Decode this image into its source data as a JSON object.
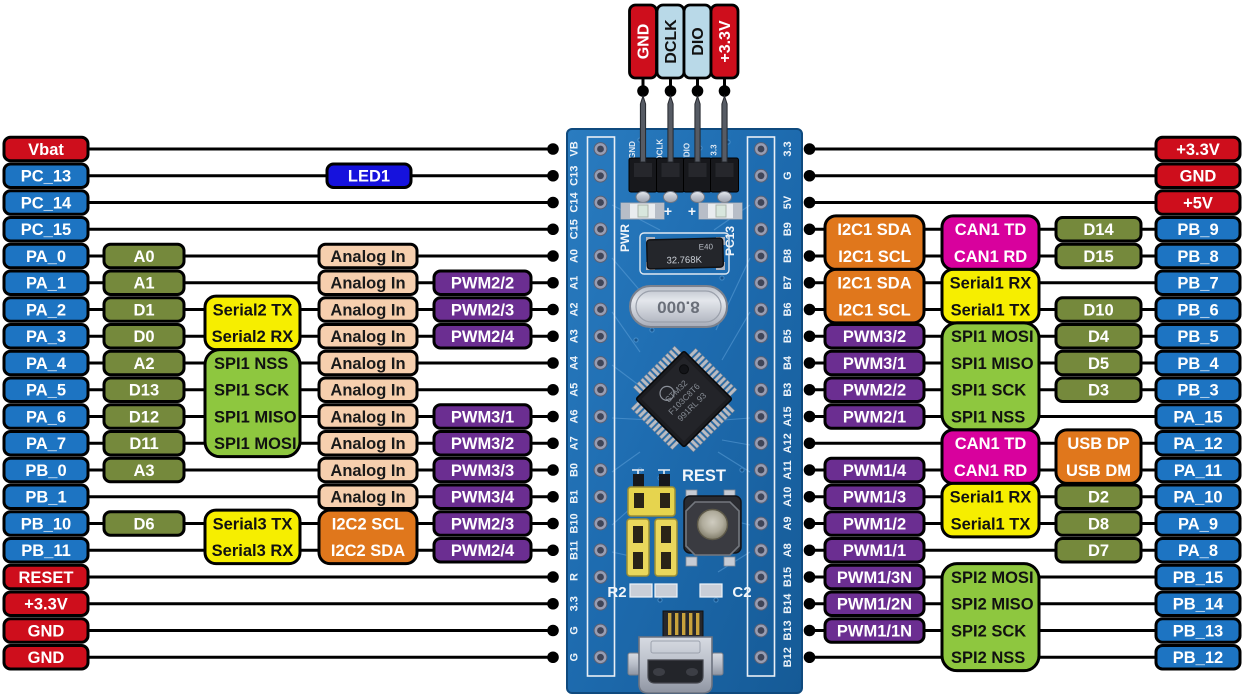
{
  "colors": {
    "power_red": "#ce0e1c",
    "gpio_blue": "#1d74c2",
    "digital_green": "#75893c",
    "spi_green": "#8ec73f",
    "serial_yellow": "#f6ee00",
    "analog_peach": "#f6cfae",
    "pwm_purple": "#6b2e91",
    "i2c_orange": "#e0771c",
    "can_magenta": "#d8019d",
    "swd_lightblue": "#b9d9e8",
    "led_blue": "#1612dd",
    "line_black": "#000000",
    "board_blue": "#1e6cb0"
  },
  "top_pins": [
    {
      "label": "GND",
      "type": "power"
    },
    {
      "label": "DCLK",
      "type": "swd"
    },
    {
      "label": "DIO",
      "type": "swd"
    },
    {
      "label": "+3.3V",
      "type": "power"
    }
  ],
  "left_pins": [
    {
      "label": "Vbat",
      "type": "power"
    },
    {
      "label": "PC_13",
      "type": "gpio"
    },
    {
      "label": "PC_14",
      "type": "gpio"
    },
    {
      "label": "PC_15",
      "type": "gpio"
    },
    {
      "label": "PA_0",
      "type": "gpio"
    },
    {
      "label": "PA_1",
      "type": "gpio"
    },
    {
      "label": "PA_2",
      "type": "gpio"
    },
    {
      "label": "PA_3",
      "type": "gpio"
    },
    {
      "label": "PA_4",
      "type": "gpio"
    },
    {
      "label": "PA_5",
      "type": "gpio"
    },
    {
      "label": "PA_6",
      "type": "gpio"
    },
    {
      "label": "PA_7",
      "type": "gpio"
    },
    {
      "label": "PB_0",
      "type": "gpio"
    },
    {
      "label": "PB_1",
      "type": "gpio"
    },
    {
      "label": "PB_10",
      "type": "gpio"
    },
    {
      "label": "PB_11",
      "type": "gpio"
    },
    {
      "label": "RESET",
      "type": "power"
    },
    {
      "label": "+3.3V",
      "type": "power"
    },
    {
      "label": "GND",
      "type": "power"
    },
    {
      "label": "GND",
      "type": "power"
    }
  ],
  "right_pins": [
    {
      "label": "+3.3V",
      "type": "power"
    },
    {
      "label": "GND",
      "type": "power"
    },
    {
      "label": "+5V",
      "type": "power"
    },
    {
      "label": "PB_9",
      "type": "gpio"
    },
    {
      "label": "PB_8",
      "type": "gpio"
    },
    {
      "label": "PB_7",
      "type": "gpio"
    },
    {
      "label": "PB_6",
      "type": "gpio"
    },
    {
      "label": "PB_5",
      "type": "gpio"
    },
    {
      "label": "PB_4",
      "type": "gpio"
    },
    {
      "label": "PB_3",
      "type": "gpio"
    },
    {
      "label": "PA_15",
      "type": "gpio"
    },
    {
      "label": "PA_12",
      "type": "gpio"
    },
    {
      "label": "PA_11",
      "type": "gpio"
    },
    {
      "label": "PA_10",
      "type": "gpio"
    },
    {
      "label": "PA_9",
      "type": "gpio"
    },
    {
      "label": "PA_8",
      "type": "gpio"
    },
    {
      "label": "PB_15",
      "type": "gpio"
    },
    {
      "label": "PB_14",
      "type": "gpio"
    },
    {
      "label": "PB_13",
      "type": "gpio"
    },
    {
      "label": "PB_12",
      "type": "gpio"
    }
  ],
  "left_cells": [
    {
      "col": "digital",
      "row": 4,
      "label": "A0",
      "type": "digital"
    },
    {
      "col": "digital",
      "row": 5,
      "label": "A1",
      "type": "digital"
    },
    {
      "col": "digital",
      "row": 6,
      "label": "D1",
      "type": "digital"
    },
    {
      "col": "digital",
      "row": 7,
      "label": "D0",
      "type": "digital"
    },
    {
      "col": "digital",
      "row": 8,
      "label": "A2",
      "type": "digital"
    },
    {
      "col": "digital",
      "row": 9,
      "label": "D13",
      "type": "digital"
    },
    {
      "col": "digital",
      "row": 10,
      "label": "D12",
      "type": "digital"
    },
    {
      "col": "digital",
      "row": 11,
      "label": "D11",
      "type": "digital"
    },
    {
      "col": "digital",
      "row": 12,
      "label": "A3",
      "type": "digital"
    },
    {
      "col": "digital",
      "row": 14,
      "label": "D6",
      "type": "digital"
    },
    {
      "col": "led",
      "row": 1,
      "label": "LED1",
      "type": "led"
    },
    {
      "col": "analog",
      "row": 4,
      "label": "Analog In",
      "type": "analog"
    },
    {
      "col": "analog",
      "row": 5,
      "label": "Analog In",
      "type": "analog"
    },
    {
      "col": "analog",
      "row": 6,
      "label": "Analog In",
      "type": "analog"
    },
    {
      "col": "analog",
      "row": 7,
      "label": "Analog In",
      "type": "analog"
    },
    {
      "col": "analog",
      "row": 8,
      "label": "Analog In",
      "type": "analog"
    },
    {
      "col": "analog",
      "row": 9,
      "label": "Analog In",
      "type": "analog"
    },
    {
      "col": "analog",
      "row": 10,
      "label": "Analog In",
      "type": "analog"
    },
    {
      "col": "analog",
      "row": 11,
      "label": "Analog In",
      "type": "analog"
    },
    {
      "col": "analog",
      "row": 12,
      "label": "Analog In",
      "type": "analog"
    },
    {
      "col": "analog",
      "row": 13,
      "label": "Analog In",
      "type": "analog"
    },
    {
      "col": "pwm",
      "row": 5,
      "label": "PWM2/2",
      "type": "pwm"
    },
    {
      "col": "pwm",
      "row": 6,
      "label": "PWM2/3",
      "type": "pwm"
    },
    {
      "col": "pwm",
      "row": 7,
      "label": "PWM2/4",
      "type": "pwm"
    },
    {
      "col": "pwm",
      "row": 10,
      "label": "PWM3/1",
      "type": "pwm"
    },
    {
      "col": "pwm",
      "row": 11,
      "label": "PWM3/2",
      "type": "pwm"
    },
    {
      "col": "pwm",
      "row": 12,
      "label": "PWM3/3",
      "type": "pwm"
    },
    {
      "col": "pwm",
      "row": 13,
      "label": "PWM3/4",
      "type": "pwm"
    },
    {
      "col": "pwm",
      "row": 14,
      "label": "PWM2/3",
      "type": "pwm"
    },
    {
      "col": "pwm",
      "row": 15,
      "label": "PWM2/4",
      "type": "pwm"
    }
  ],
  "left_blocks": [
    {
      "col": "serial",
      "row": 6,
      "lines": [
        "Serial2 TX",
        "Serial2 RX"
      ],
      "type": "serial",
      "align": "center"
    },
    {
      "col": "serial",
      "row": 8,
      "lines": [
        "SPI1 NSS",
        "SPI1 SCK",
        "SPI1 MISO",
        "SPI1 MOSI"
      ],
      "type": "spi",
      "align": "left"
    },
    {
      "col": "serial",
      "row": 14,
      "lines": [
        "Serial3 TX",
        "Serial3 RX"
      ],
      "type": "serial",
      "align": "center"
    },
    {
      "col": "analog",
      "row": 14,
      "lines": [
        "I2C2 SCL",
        "I2C2 SDA"
      ],
      "type": "i2c",
      "align": "center"
    }
  ],
  "right_cells": [
    {
      "col": "d",
      "row": 3,
      "label": "D14",
      "type": "digital"
    },
    {
      "col": "d",
      "row": 4,
      "label": "D15",
      "type": "digital"
    },
    {
      "col": "d",
      "row": 6,
      "label": "D10",
      "type": "digital"
    },
    {
      "col": "d",
      "row": 7,
      "label": "D4",
      "type": "digital"
    },
    {
      "col": "d",
      "row": 8,
      "label": "D5",
      "type": "digital"
    },
    {
      "col": "d",
      "row": 9,
      "label": "D3",
      "type": "digital"
    },
    {
      "col": "d",
      "row": 13,
      "label": "D2",
      "type": "digital"
    },
    {
      "col": "d",
      "row": 14,
      "label": "D8",
      "type": "digital"
    },
    {
      "col": "d",
      "row": 15,
      "label": "D7",
      "type": "digital"
    },
    {
      "col": "pwm",
      "row": 7,
      "label": "PWM3/2",
      "type": "pwm"
    },
    {
      "col": "pwm",
      "row": 8,
      "label": "PWM3/1",
      "type": "pwm"
    },
    {
      "col": "pwm",
      "row": 9,
      "label": "PWM2/2",
      "type": "pwm"
    },
    {
      "col": "pwm",
      "row": 10,
      "label": "PWM2/1",
      "type": "pwm"
    },
    {
      "col": "pwm",
      "row": 12,
      "label": "PWM1/4",
      "type": "pwm"
    },
    {
      "col": "pwm",
      "row": 13,
      "label": "PWM1/3",
      "type": "pwm"
    },
    {
      "col": "pwm",
      "row": 14,
      "label": "PWM1/2",
      "type": "pwm"
    },
    {
      "col": "pwm",
      "row": 15,
      "label": "PWM1/1",
      "type": "pwm"
    },
    {
      "col": "pwm",
      "row": 16,
      "label": "PWM1/3N",
      "type": "pwm"
    },
    {
      "col": "pwm",
      "row": 17,
      "label": "PWM1/2N",
      "type": "pwm"
    },
    {
      "col": "pwm",
      "row": 18,
      "label": "PWM1/1N",
      "type": "pwm"
    }
  ],
  "right_blocks": [
    {
      "col": "pwm",
      "row": 3,
      "lines": [
        "I2C1 SDA",
        "I2C1 SCL"
      ],
      "type": "i2c",
      "align": "center"
    },
    {
      "col": "pwm",
      "row": 5,
      "lines": [
        "I2C1 SDA",
        "I2C1 SCL"
      ],
      "type": "i2c",
      "align": "center"
    },
    {
      "col": "mid",
      "row": 3,
      "lines": [
        "CAN1 TD",
        "CAN1 RD"
      ],
      "type": "can",
      "align": "center"
    },
    {
      "col": "mid",
      "row": 5,
      "lines": [
        "Serial1 RX",
        "Serial1 TX"
      ],
      "type": "serial",
      "align": "center"
    },
    {
      "col": "mid",
      "row": 7,
      "lines": [
        "SPI1 MOSI",
        "SPI1 MISO",
        "SPI1 SCK",
        "SPI1 NSS"
      ],
      "type": "spi",
      "align": "left"
    },
    {
      "col": "mid",
      "row": 11,
      "lines": [
        "CAN1 TD",
        "CAN1 RD"
      ],
      "type": "can",
      "align": "center"
    },
    {
      "col": "mid",
      "row": 13,
      "lines": [
        "Serial1 RX",
        "Serial1 TX"
      ],
      "type": "serial",
      "align": "center"
    },
    {
      "col": "mid",
      "row": 16,
      "lines": [
        "SPI2 MOSI",
        "SPI2 MISO",
        "SPI2 SCK",
        "SPI2 NSS"
      ],
      "type": "spi",
      "align": "left"
    },
    {
      "col": "d",
      "row": 11,
      "lines": [
        "USB DP",
        "USB DM"
      ],
      "type": "usb",
      "align": "center"
    }
  ],
  "board": {
    "silk_left": [
      "VB",
      "C13",
      "C14",
      "C15",
      "A0",
      "A1",
      "A2",
      "A3",
      "A4",
      "A5",
      "A6",
      "A7",
      "B0",
      "B1",
      "B10",
      "B11",
      "R",
      "3.3",
      "G",
      "G"
    ],
    "silk_right": [
      "3.3",
      "G",
      "5V",
      "B9",
      "B8",
      "B7",
      "B6",
      "B5",
      "B4",
      "B3",
      "A15",
      "A12",
      "A11",
      "A10",
      "A9",
      "A8",
      "B15",
      "B14",
      "B13",
      "B12"
    ],
    "silk_swd": [
      "GND",
      "DCLK",
      "DIO",
      "3.3"
    ],
    "pwr_label": "PWR",
    "pc13_label": "PC13",
    "rest_label": "REST",
    "r2_label": "R2",
    "c2_label": "C2",
    "xtal_label": "8.000",
    "rtc_line1": "E40",
    "rtc_line2": "32.768K",
    "mcu_line1": "STM32",
    "mcu_line2": "F103C8T6",
    "mcu_line3": "991RL 93"
  }
}
